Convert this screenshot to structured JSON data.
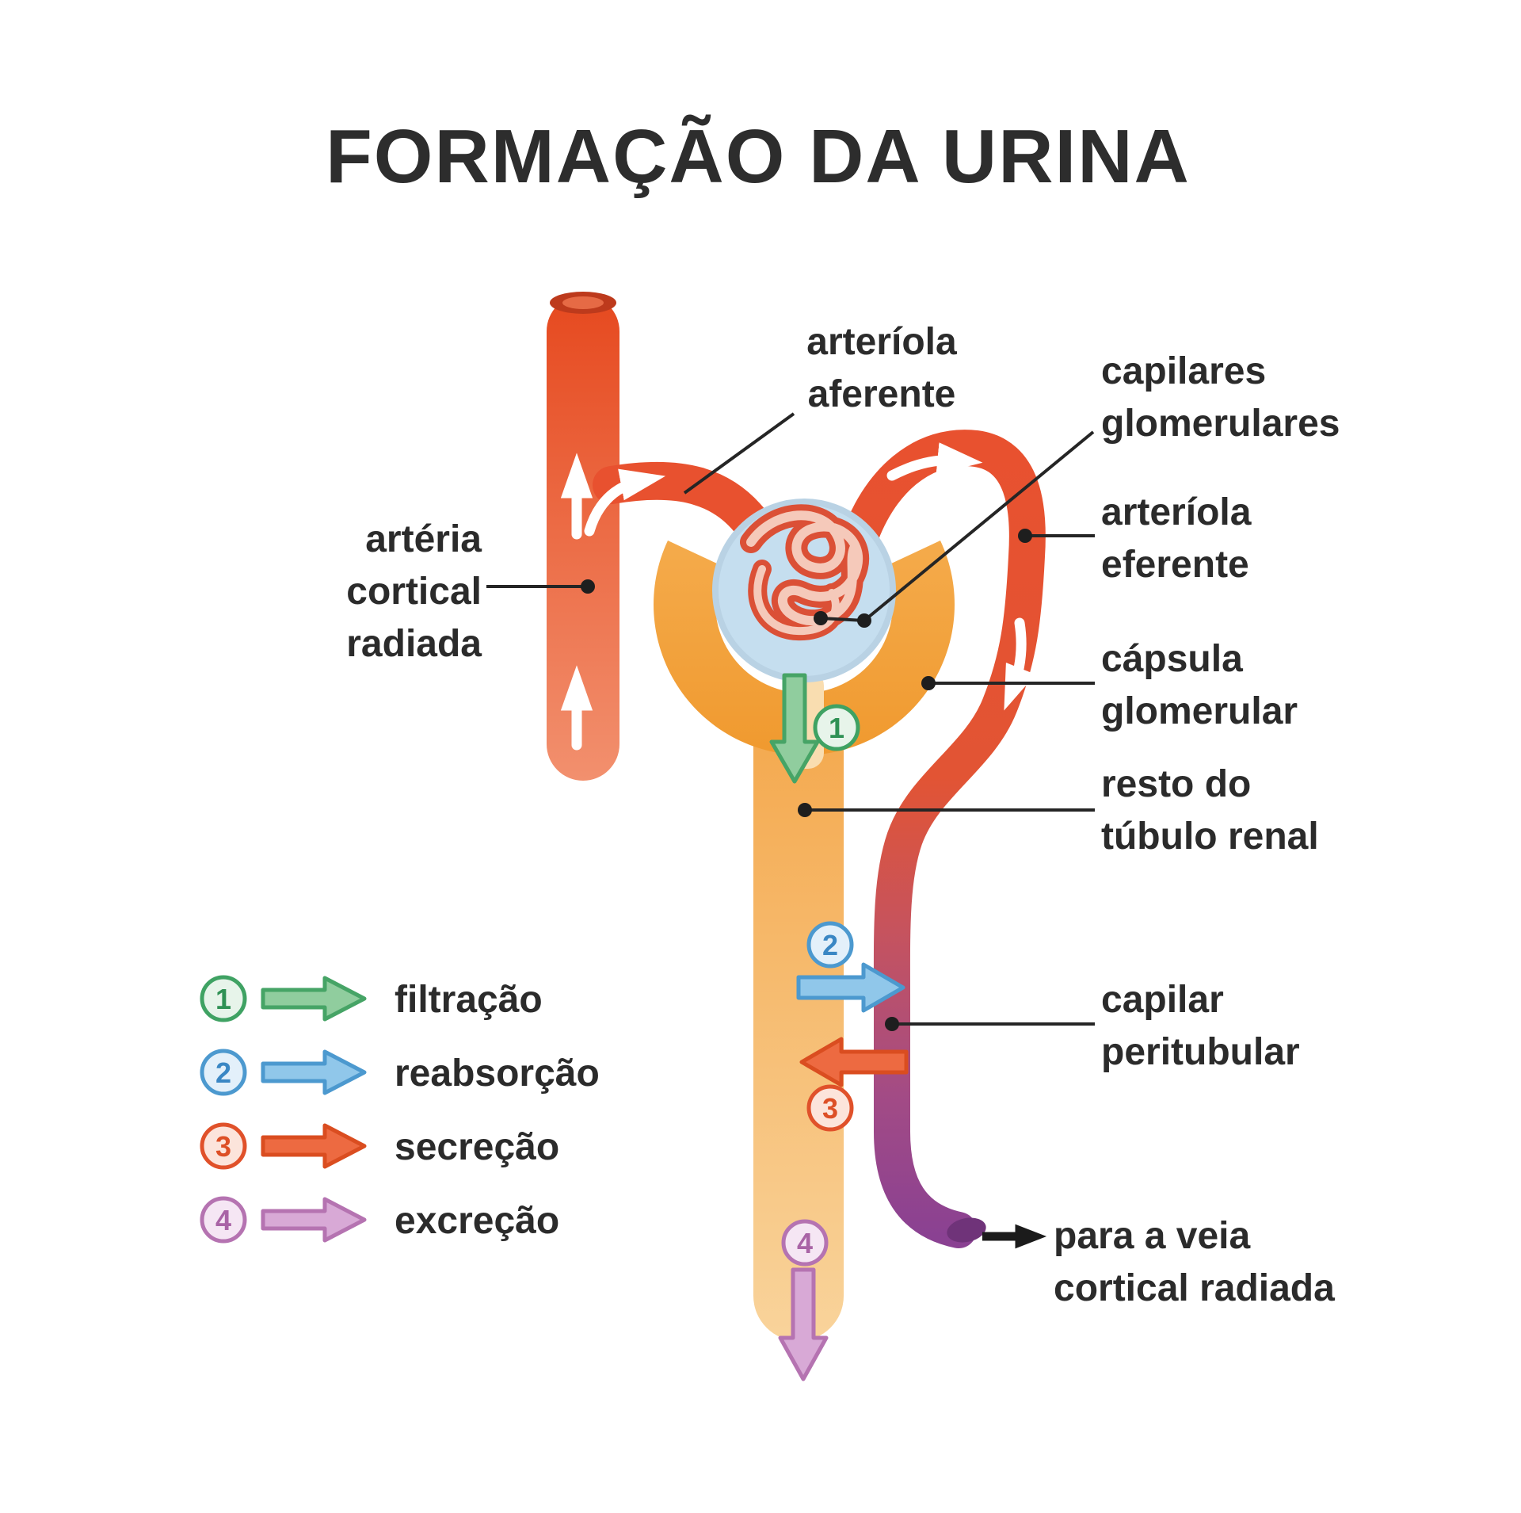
{
  "title": "FORMAÇÃO DA URINA",
  "callouts": {
    "aferente": {
      "lines": [
        "arteríola",
        "aferente"
      ]
    },
    "capilares": {
      "lines": [
        "capilares",
        "glomerulares"
      ]
    },
    "eferente": {
      "lines": [
        "arteríola",
        "eferente"
      ]
    },
    "arteria": {
      "lines": [
        "artéria",
        "cortical",
        "radiada"
      ]
    },
    "capsula": {
      "lines": [
        "cápsula",
        "glomerular"
      ]
    },
    "resto": {
      "lines": [
        "resto do",
        "túbulo renal"
      ]
    },
    "peritubular": {
      "lines": [
        "capilar",
        "peritubular"
      ]
    },
    "veia": {
      "lines": [
        "para a veia",
        "cortical radiada"
      ]
    }
  },
  "legend": [
    {
      "number": "1",
      "label": "filtração",
      "arrow_fill": "#90cd9e",
      "arrow_stroke": "#46a466",
      "badge_fill": "#e7f4ea",
      "badge_stroke": "#3fa263",
      "badge_text": "#2f9155"
    },
    {
      "number": "2",
      "label": "reabsorção",
      "arrow_fill": "#90c7ea",
      "arrow_stroke": "#4c99cf",
      "badge_fill": "#e3f0fa",
      "badge_stroke": "#4c99cf",
      "badge_text": "#3a87c4"
    },
    {
      "number": "3",
      "label": "secreção",
      "arrow_fill": "#ed6a41",
      "arrow_stroke": "#da4d20",
      "badge_fill": "#fce4db",
      "badge_stroke": "#e0512a",
      "badge_text": "#dd4f26"
    },
    {
      "number": "4",
      "label": "excreção",
      "arrow_fill": "#d8a9d6",
      "arrow_stroke": "#b573b1",
      "badge_fill": "#f5e6f4",
      "badge_stroke": "#b573b1",
      "badge_text": "#a964a6"
    }
  ],
  "colors": {
    "text": "#2b2b2b",
    "artery_red": "#e8512f",
    "capsule_orange": "#f4a843",
    "tubule_light": "#f8d09a",
    "capsule_blue": "#c5deef",
    "vein_purple": "#8a4192",
    "callout_line": "#252525",
    "black_arrow": "#1b1b1b"
  }
}
